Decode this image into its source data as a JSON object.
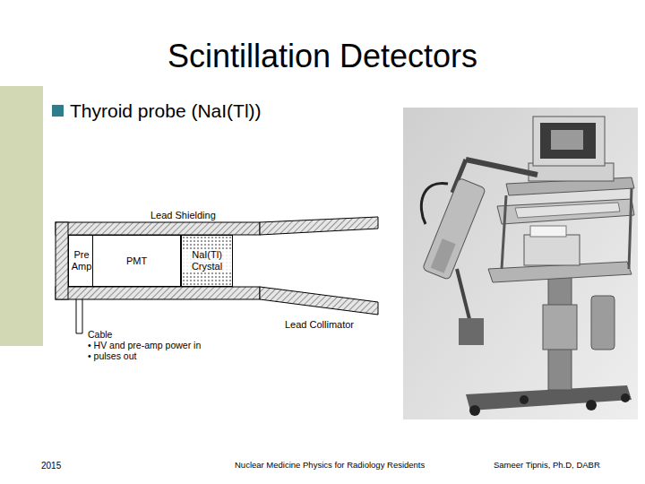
{
  "diagram": {
    "title": "Scintillation Detectors",
    "nodes": [
      {
        "text": [
          "Pre Amp"
        ]
      },
      {
        "text": [
          "PMT"
        ]
      },
      {
        "text": [
          "NaI(Tl) Crystal"
        ]
      }
    ],
    "labels": [
      "Thyroid probe (NaI(Tl))",
      "Lead Shielding",
      "Lead Collimator",
      "Cable",
      "• HV and pre-amp power in",
      "• pulses out",
      "2015",
      "Nuclear Medicine Physics for Radiology Residents",
      "Sameer Tipnis, Ph.D, DABR"
    ]
  }
}
